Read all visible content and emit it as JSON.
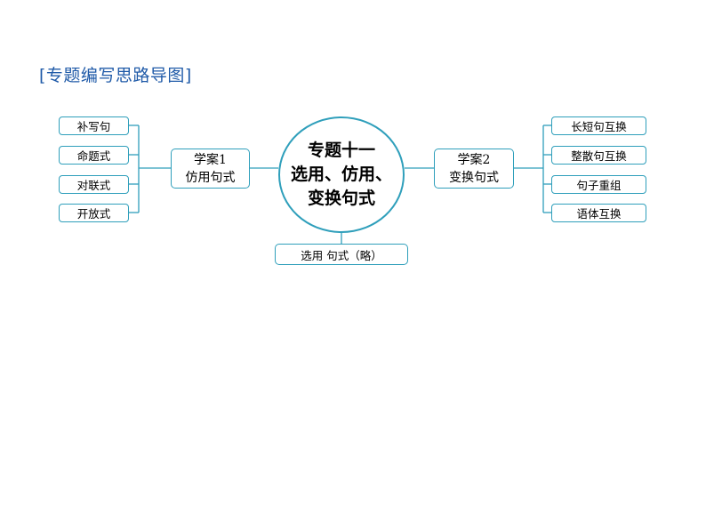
{
  "title": "[专题编写思路导图]",
  "center": {
    "lines": [
      "专题十一",
      "选用、仿用、",
      "变换句式"
    ]
  },
  "left_branch": {
    "lines": [
      "学案1",
      "仿用句式"
    ],
    "children": [
      "补写句",
      "命题式",
      "对联式",
      "开放式"
    ]
  },
  "right_branch": {
    "lines": [
      "学案2",
      "变换句式"
    ],
    "children": [
      "长短句互换",
      "整散句互换",
      "句子重组",
      "语体互换"
    ]
  },
  "bottom_branch": {
    "label": "选用 句式（略）"
  },
  "colors": {
    "border": "#2f9fbb",
    "title": "#1f5aa8"
  }
}
